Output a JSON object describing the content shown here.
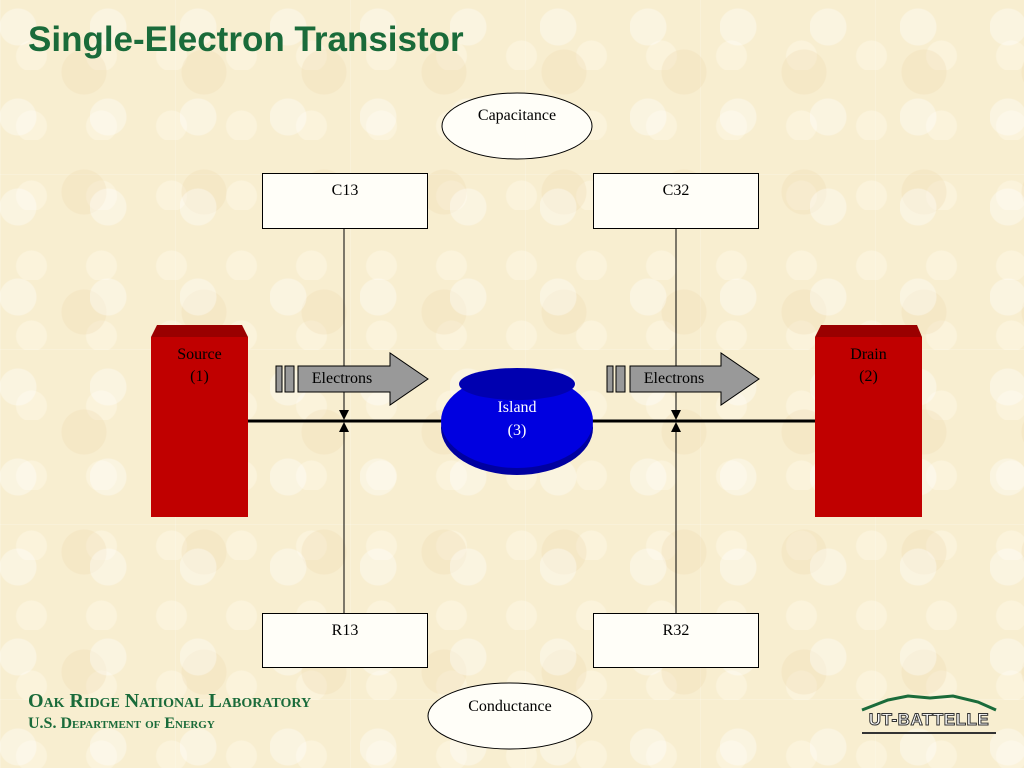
{
  "title": "Single-Electron Transistor",
  "capacitance_label": "Capacitance",
  "conductance_label": "Conductance",
  "capacitors": {
    "left": "C13",
    "right": "C32"
  },
  "resistors": {
    "left": "R13",
    "right": "R32"
  },
  "source": {
    "name": "Source",
    "number": "(1)"
  },
  "drain": {
    "name": "Drain",
    "number": "(2)"
  },
  "island": {
    "name": "Island",
    "number": "(3)"
  },
  "flow": {
    "left": "Electrons",
    "right": "Electrons"
  },
  "footer": {
    "org": "Oak Ridge National Laboratory",
    "dept": "U.S. Department of Energy",
    "logo_text": "UT-BATTELLE"
  },
  "colors": {
    "title_green": "#1a6b3a",
    "terminal_red": "#c00000",
    "island_blue": "#0000cc",
    "arrow_gray": "#999999"
  }
}
